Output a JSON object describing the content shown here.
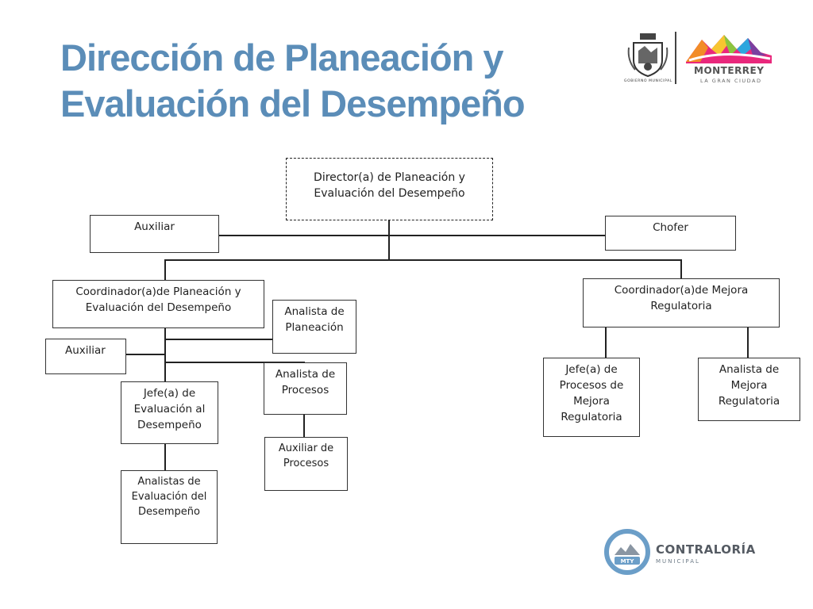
{
  "title": {
    "line1": "Dirección de Planeación y",
    "line2": "Evaluación del Desempeño"
  },
  "org": {
    "director": "Director(a) de Planeación y\nEvaluación del Desempeño",
    "auxiliar_top": "Auxiliar",
    "chofer": "Chofer",
    "coord_planeacion": "Coordinador(a)de Planeación y\nEvaluación del Desempeño",
    "coord_mejora": "Coordinador(a)de Mejora\nRegulatoria",
    "analista_planeacion": "Analista de\nPlaneación",
    "auxiliar_left": "Auxiliar",
    "analista_procesos": "Analista de\nProcesos",
    "jefe_evaluacion": "Jefe(a) de\nEvaluación al\nDesempeño",
    "auxiliar_procesos": "Auxiliar de\nProcesos",
    "analistas_evaluacion": "Analistas de\nEvaluación del\nDesempeño",
    "jefe_procesos_mejora": "Jefe(a) de\nProcesos de\nMejora\nRegulatoria",
    "analista_mejora": "Analista de\nMejora\nRegulatoria"
  },
  "logos": {
    "gobierno": "GOBIERNO MUNICIPAL",
    "monterrey": "MONTERREY",
    "monterrey_sub": "LA GRAN CIUDAD",
    "contraloria": "CONTRALORÍA",
    "contraloria_sub": "MUNICIPAL",
    "mty_badge": "MTY"
  },
  "colors": {
    "title": "#5b8db8",
    "contraloria_ring": "#6b9ec8"
  }
}
